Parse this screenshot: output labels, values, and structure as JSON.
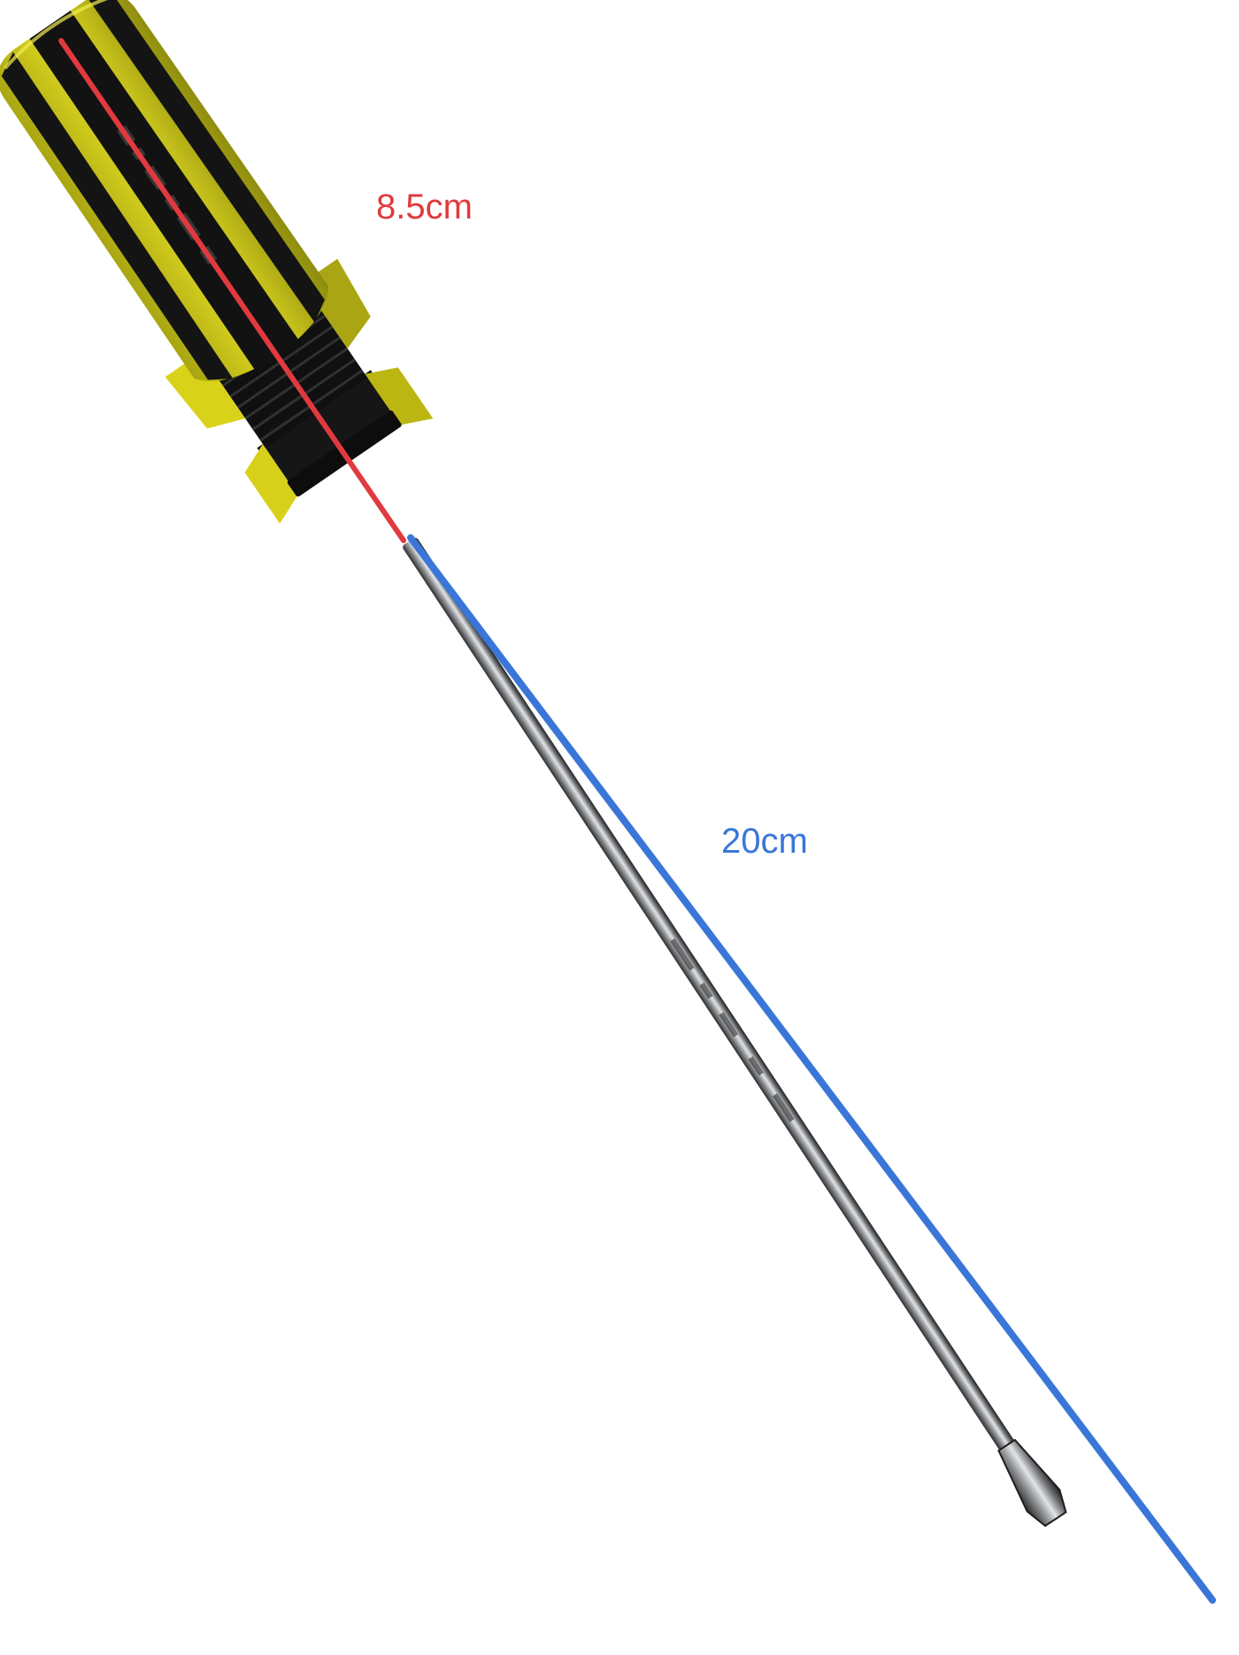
{
  "image": {
    "subject": "screwdriver-photo",
    "background_color": "#ffffff"
  },
  "screwdriver": {
    "handle_colors": {
      "yellow": "#d9d21a",
      "yellow_shade": "#9c9a10",
      "black": "#111111"
    },
    "shaft_colors": {
      "steel_dark": "#3a3a3a",
      "steel_light": "#b9bcc0"
    }
  },
  "measurements": {
    "handle": {
      "label": "8.5cm",
      "color": "#e03a3e"
    },
    "shaft": {
      "label": "20cm",
      "color": "#3a76d8"
    }
  }
}
